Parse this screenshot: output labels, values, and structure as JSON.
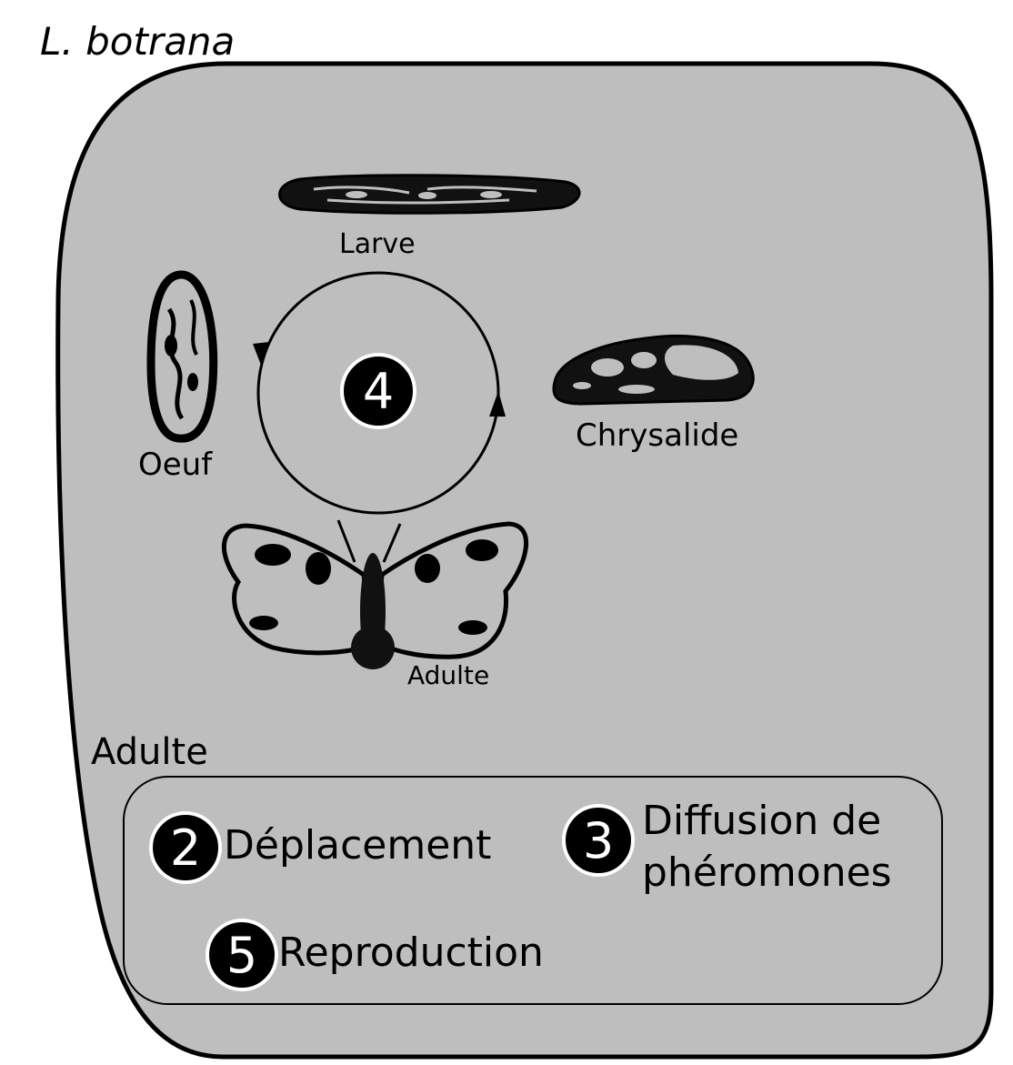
{
  "title": "L. botrana",
  "lifecycle": {
    "center_badge": "4",
    "stages": {
      "larva": "Larve",
      "pupa": "Chrysalide",
      "egg": "Oeuf",
      "adult": "Adulte"
    }
  },
  "adult_section": {
    "heading": "Adulte",
    "items": [
      {
        "number": "2",
        "label": "Déplacement"
      },
      {
        "number": "3",
        "label_line1": "Diffusion de",
        "label_line2": "phéromones"
      },
      {
        "number": "5",
        "label": "Reproduction"
      }
    ]
  },
  "colors": {
    "panel": "#bebebe",
    "ink": "#000000",
    "badge_text": "#ffffff"
  }
}
